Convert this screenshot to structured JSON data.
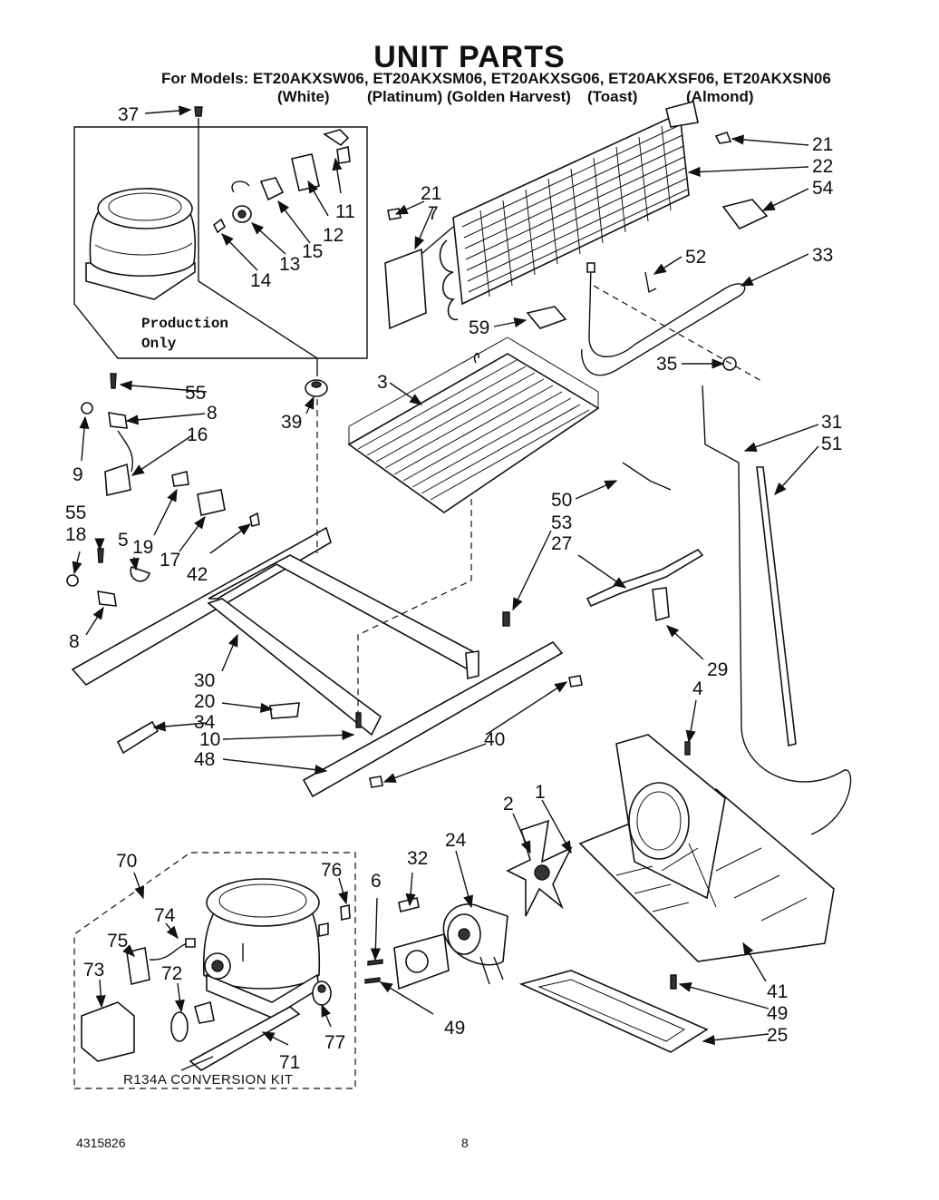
{
  "title": "UNIT PARTS",
  "models_line": "For Models: ET20AKXSW06, ET20AKXSM06, ET20AKXSG06, ET20AKXSF06, ET20AKXSN06",
  "colors": [
    "(White)",
    "(Platinum)",
    "(Golden Harvest)",
    "(Toast)",
    "(Almond)"
  ],
  "production_note": [
    "Production",
    "Only"
  ],
  "kit_label": "R134A  CONVERSION  KIT",
  "footer": {
    "doc_number": "4315826",
    "page": "8"
  },
  "callouts": {
    "c37": "37",
    "c11": "11",
    "c12": "12",
    "c15": "15",
    "c13": "13",
    "c14": "14",
    "c21a": "21",
    "c22": "22",
    "c54": "54",
    "c21b": "21",
    "c7": "7",
    "c52": "52",
    "c33": "33",
    "c59": "59",
    "c35": "35",
    "c3": "3",
    "c39": "39",
    "c55a": "55",
    "c8a": "8",
    "c16": "16",
    "c9": "9",
    "c31": "31",
    "c51": "51",
    "c50": "50",
    "c53": "53",
    "c27": "27",
    "c55b": "55",
    "c18": "18",
    "c5": "5",
    "c19": "19",
    "c17": "17",
    "c42": "42",
    "c8b": "8",
    "c29": "29",
    "c30": "30",
    "c20": "20",
    "c34": "34",
    "c10": "10",
    "c48": "48",
    "c40": "40",
    "c4": "4",
    "c2": "2",
    "c1": "1",
    "c70": "70",
    "c76": "76",
    "c6": "6",
    "c32": "32",
    "c24": "24",
    "c74": "74",
    "c75": "75",
    "c73": "73",
    "c72": "72",
    "c71": "71",
    "c77": "77",
    "c49a": "49",
    "c41": "41",
    "c49b": "49",
    "c25": "25"
  }
}
